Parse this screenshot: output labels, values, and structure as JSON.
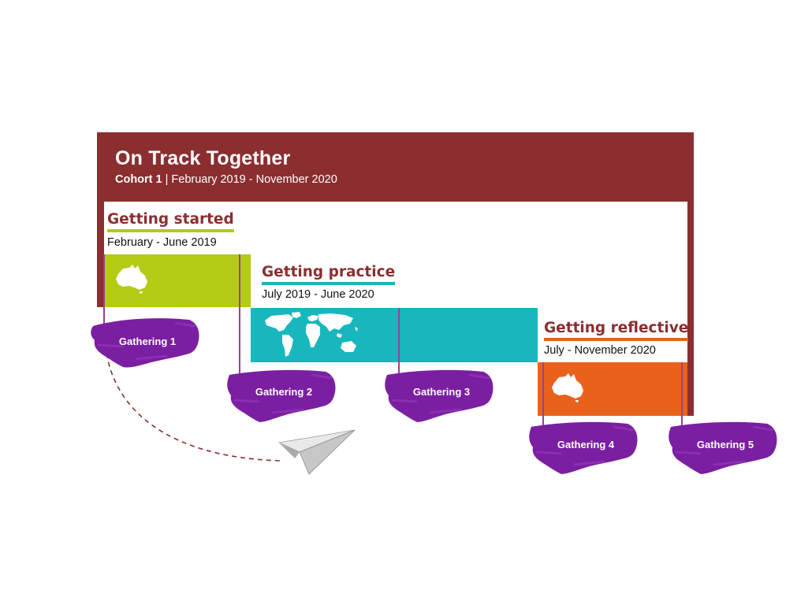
{
  "header": {
    "title": "On Track Together",
    "cohort": "Cohort 1",
    "period": " | February 2019 - November 2020"
  },
  "phases": [
    {
      "title": "Getting started",
      "dates": "February - June 2019",
      "icon": "australia-icon",
      "color": "#b3cb14"
    },
    {
      "title": "Getting practice",
      "dates": "July 2019 - June 2020",
      "icon": "world-map-icon",
      "color": "#17b7bd"
    },
    {
      "title": "Getting reflective",
      "dates": "July - November 2020",
      "icon": "australia-icon",
      "color": "#e8621c"
    }
  ],
  "gatherings": [
    "Gathering 1",
    "Gathering 2",
    "Gathering 3",
    "Gathering 4",
    "Gathering 5"
  ],
  "colors": {
    "frame": "#8b2e30",
    "gathering": "#7b1fa2",
    "connector": "#9b3f95"
  },
  "decor": {
    "paper_plane": "paper-plane-icon"
  }
}
